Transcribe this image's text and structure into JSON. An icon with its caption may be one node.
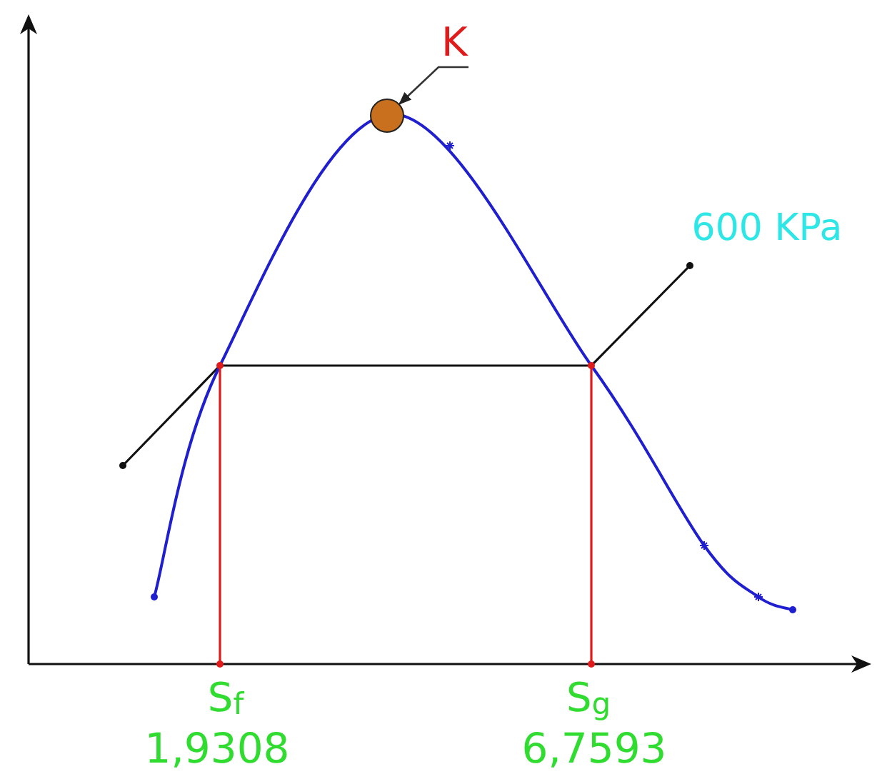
{
  "diagram": {
    "nodes": [
      {
        "text": [
          "K"
        ]
      },
      {
        "text": [],
        "shape": "circle"
      }
    ],
    "edges": [
      {
        "from": 0,
        "to": 1,
        "arrow": "to"
      }
    ],
    "labels": [
      "600 KPa",
      "S$_{f}$",
      "1,9308",
      "S$_{g}$",
      "6,7593"
    ]
  }
}
